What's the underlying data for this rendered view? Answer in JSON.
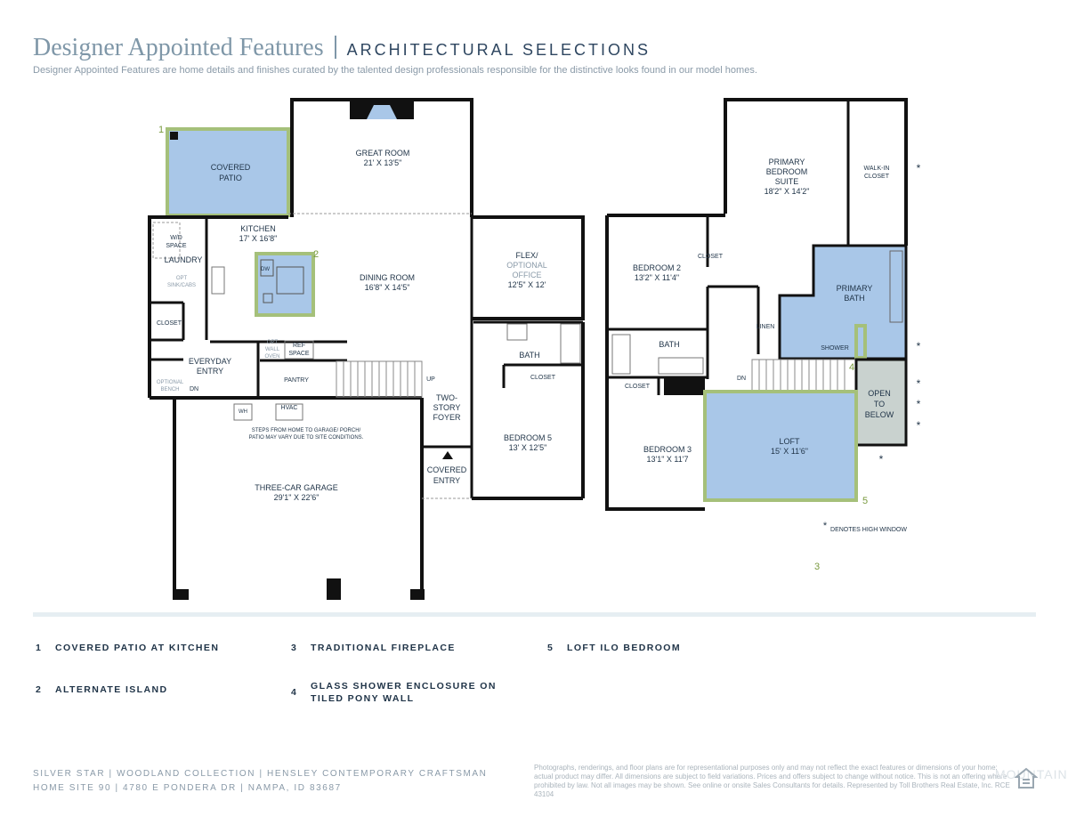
{
  "header": {
    "title": "Designer Appointed Features",
    "subtitle": "ARCHITECTURAL SELECTIONS",
    "intro": "Designer Appointed Features are home details and finishes curated by the talented design professionals responsible for the distinctive looks found in our model homes."
  },
  "plan": {
    "rooms": {
      "covered_patio": [
        "COVERED",
        "PATIO"
      ],
      "great_room": [
        "GREAT ROOM",
        "21' X 13'5\""
      ],
      "kitchen": [
        "KITCHEN",
        "17' X 16'8\""
      ],
      "wd_space": [
        "W/D",
        "SPACE"
      ],
      "laundry": "LAUNDRY",
      "opt_sink": [
        "OPT",
        "SINK/CABS"
      ],
      "dining_room": [
        "DINING ROOM",
        "16'8\" X 14'5\""
      ],
      "flex": [
        "FLEX/",
        "OPTIONAL",
        "OFFICE",
        "12'5\" X 12'"
      ],
      "closet": "CLOSET",
      "everyday_entry": [
        "EVERYDAY",
        "ENTRY"
      ],
      "optional_bench": [
        "OPTIONAL",
        "BENCH"
      ],
      "dn": "DN",
      "up": "UP",
      "dw": "DW",
      "opt_wall_oven": [
        "OPT",
        "WALL",
        "OVEN"
      ],
      "ref_space": [
        "REF",
        "SPACE"
      ],
      "pantry": "PANTRY",
      "wh": "WH",
      "hvac": "HVAC",
      "garage_note": [
        "STEPS FROM HOME TO GARAGE/ PORCH/",
        "PATIO MAY VARY DUE TO SITE CONDITIONS."
      ],
      "garage": [
        "THREE-CAR GARAGE",
        "29'1\" X 22'6\""
      ],
      "two_story_foyer": [
        "TWO-",
        "STORY",
        "FOYER"
      ],
      "covered_entry": [
        "COVERED",
        "ENTRY"
      ],
      "bath": "BATH",
      "bedroom5": [
        "BEDROOM 5",
        "13' X 12'5\""
      ],
      "primary_suite": [
        "PRIMARY",
        "BEDROOM",
        "SUITE",
        "18'2\" X 14'2\""
      ],
      "walk_in_closet": [
        "WALK-IN",
        "CLOSET"
      ],
      "bedroom2": [
        "BEDROOM 2",
        "13'2\" X 11'4\""
      ],
      "primary_bath": [
        "PRIMARY",
        "BATH"
      ],
      "linen": "LINEN",
      "shower": "SHOWER",
      "bedroom3": [
        "BEDROOM 3",
        "13'1\" X 11'7"
      ],
      "loft": [
        "LOFT",
        "15' X 11'6\""
      ],
      "open_below": [
        "OPEN",
        "TO",
        "BELOW"
      ],
      "asterisk": "*",
      "high_window_note": "DENOTES HIGH WINDOW"
    },
    "callouts": [
      "1",
      "2",
      "3",
      "4",
      "5"
    ],
    "colors": {
      "highlight_fill": "#a9c7e8",
      "highlight_border": "#a5c07a",
      "open_below_fill": "#c9d2cf",
      "wall": "#111111"
    }
  },
  "features": [
    {
      "num": "1",
      "label": "COVERED PATIO AT KITCHEN"
    },
    {
      "num": "2",
      "label": "ALTERNATE ISLAND"
    },
    {
      "num": "3",
      "label": "TRADITIONAL FIREPLACE"
    },
    {
      "num": "4",
      "label": "GLASS SHOWER ENCLOSURE ON TILED PONY WALL"
    },
    {
      "num": "5",
      "label": "LOFT ILO BEDROOM"
    }
  ],
  "footer": {
    "line1": "SILVER STAR | WOODLAND COLLECTION | HENSLEY CONTEMPORARY CRAFTSMAN",
    "line2": "HOME SITE 90 | 4780 E PONDERA DR | NAMPA, ID 83687",
    "legal": "Photographs, renderings, and floor plans are for representational purposes only and may not reflect the exact features or dimensions of your home; actual product may differ. All dimensions are subject to field variations. Prices and offers subject to change without notice. This is not an offering where prohibited by law. Not all images may be shown. See online or onsite Sales Consultants for details. Represented by Toll Brothers Real Estate, Inc. RCE 43104",
    "watermark": "MOUNTAIN",
    "eho_icon": "equal-housing-opportunity-icon"
  }
}
